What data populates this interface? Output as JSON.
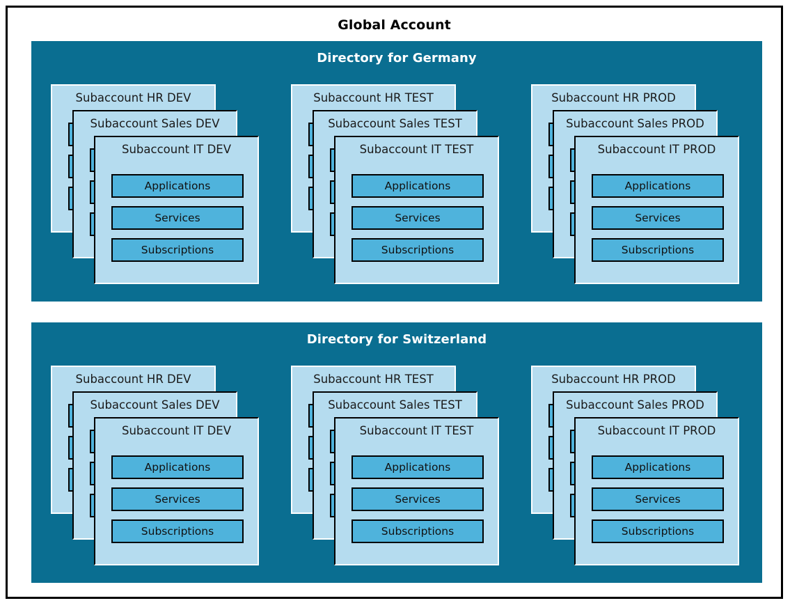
{
  "diagram": {
    "title": "Global Account",
    "colors": {
      "frame_border": "#000000",
      "page_background": "#ffffff",
      "directory_background": "#0A6E91",
      "directory_title": "#ffffff",
      "card_background": "#B5DCEF",
      "card_border": "#ffffff",
      "inner_box_background": "#4FB3DC",
      "inner_box_border": "#000000",
      "text": "#111111"
    },
    "resource_labels": [
      "Applications",
      "Services",
      "Subscriptions"
    ],
    "directories": [
      {
        "title": "Directory for Germany",
        "stacks": [
          {
            "cards": [
              {
                "title": "Subaccount HR DEV"
              },
              {
                "title": "Subaccount Sales DEV"
              },
              {
                "title": "Subaccount IT DEV"
              }
            ]
          },
          {
            "cards": [
              {
                "title": "Subaccount HR TEST"
              },
              {
                "title": "Subaccount Sales TEST"
              },
              {
                "title": "Subaccount IT TEST"
              }
            ]
          },
          {
            "cards": [
              {
                "title": "Subaccount HR PROD"
              },
              {
                "title": "Subaccount Sales PROD"
              },
              {
                "title": "Subaccount IT PROD"
              }
            ]
          }
        ]
      },
      {
        "title": "Directory for Switzerland",
        "stacks": [
          {
            "cards": [
              {
                "title": "Subaccount HR DEV"
              },
              {
                "title": "Subaccount Sales DEV"
              },
              {
                "title": "Subaccount IT DEV"
              }
            ]
          },
          {
            "cards": [
              {
                "title": "Subaccount HR TEST"
              },
              {
                "title": "Subaccount Sales TEST"
              },
              {
                "title": "Subaccount IT TEST"
              }
            ]
          },
          {
            "cards": [
              {
                "title": "Subaccount HR PROD"
              },
              {
                "title": "Subaccount Sales PROD"
              },
              {
                "title": "Subaccount IT PROD"
              }
            ]
          }
        ]
      }
    ]
  }
}
